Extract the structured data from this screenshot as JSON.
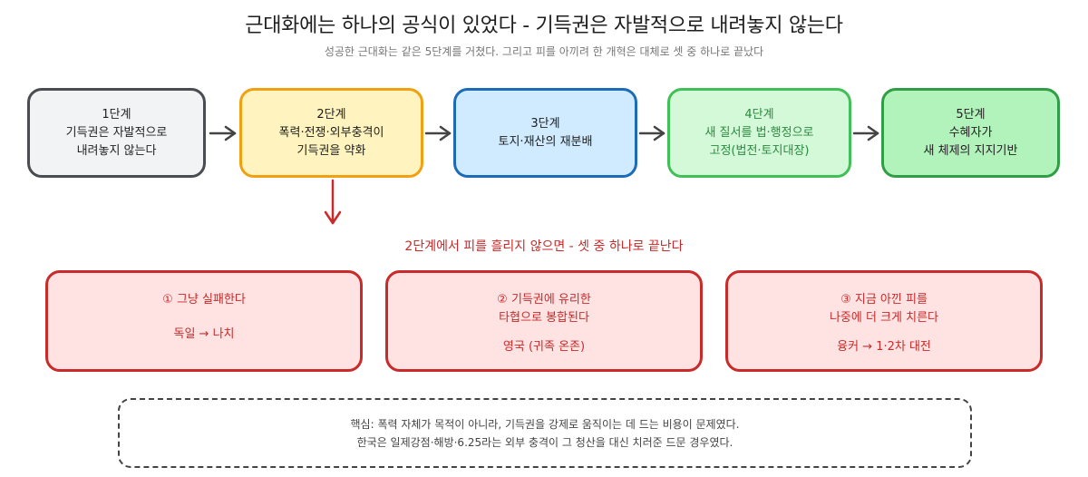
{
  "header": {
    "title": "근대화에는 하나의 공식이 있었다 - 기득권은 자발적으로 내려놓지 않는다",
    "subtitle": "성공한 근대화는 같은 5단계를 거쳤다. 그리고 피를 아끼려 한 개혁은 대체로 셋 중 하나로 끝났다"
  },
  "stages": [
    {
      "step": "1단계",
      "lines": [
        "기득권은 자발적으로",
        "내려놓지 않는다"
      ]
    },
    {
      "step": "2단계",
      "lines": [
        "폭력·전쟁·외부충격이",
        "기득권을 약화"
      ]
    },
    {
      "step": "3단계",
      "lines": [
        "토지·재산의 재분배"
      ]
    },
    {
      "step": "4단계",
      "lines": [
        "새 질서를 법·행정으로",
        "고정(법전·토지대장)"
      ]
    },
    {
      "step": "5단계",
      "lines": [
        "수혜자가",
        "새 체제의 지지기반"
      ]
    }
  ],
  "branch_label": "2단계에서 피를 흘리지 않으면 - 셋 중 하나로 끝난다",
  "outcomes": [
    {
      "lines": [
        "① 그냥 실패한다"
      ],
      "example": "독일 → 나치"
    },
    {
      "lines": [
        "② 기득권에 유리한",
        "타협으로 봉합된다"
      ],
      "example": "영국 (귀족 온존)"
    },
    {
      "lines": [
        "③ 지금 아낀 피를",
        "나중에 더 크게 치른다"
      ],
      "example": "융커 → 1·2차 대전"
    }
  ],
  "core": {
    "line1": "핵심: 폭력 자체가 목적이 아니라, 기득권을 강제로 움직이는 데 드는 비용이 문제였다.",
    "line2": "한국은 일제강점·해방·6.25라는 외부 충격이 그 청산을 대신 치러준 드문 경우였다."
  },
  "colors": {
    "flow_arrow": "#444444",
    "branch_arrow": "#c92a2a",
    "outcome_border": "#c92a2a",
    "outcome_fill": "#ffe3e3"
  }
}
